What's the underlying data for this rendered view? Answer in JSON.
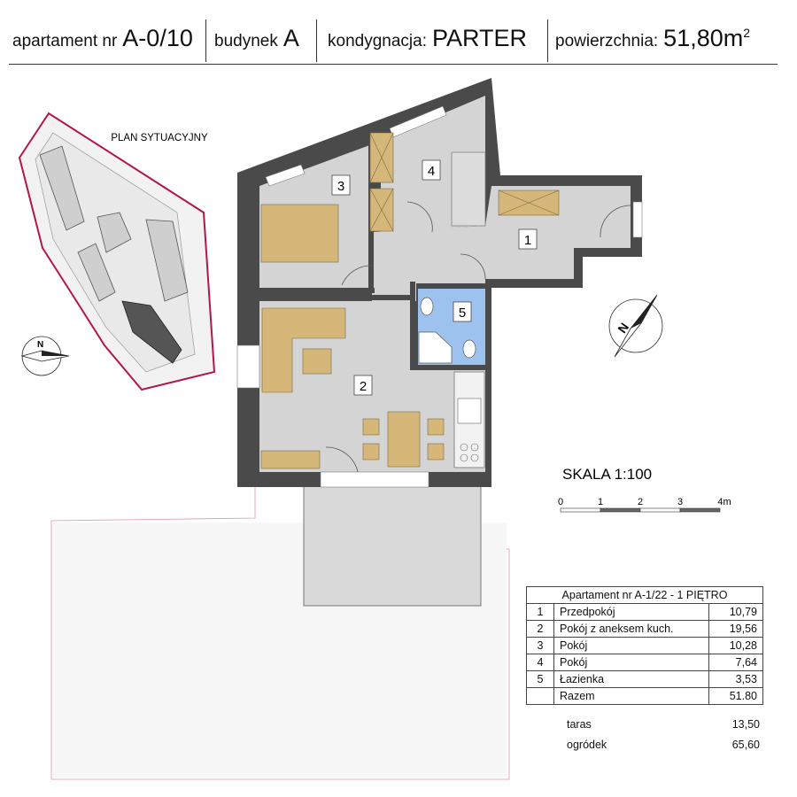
{
  "header": {
    "apartment_label": "apartament nr",
    "apartment_value": "A-0/10",
    "building_label": "budynek",
    "building_value": "A",
    "floor_label": "kondygnacja:",
    "floor_value": "PARTER",
    "area_label": "powierzchnia:",
    "area_value": "51,80m",
    "area_unit_sup": "2"
  },
  "site_plan": {
    "title": "PLAN SYTUACYJNY",
    "north_label": "N"
  },
  "floor_plan": {
    "room_numbers": [
      "1",
      "2",
      "3",
      "4",
      "5"
    ],
    "north_label": "N"
  },
  "scale": {
    "title": "SKALA 1:100",
    "ticks": [
      "0",
      "1",
      "2",
      "3",
      "4m"
    ]
  },
  "room_table": {
    "title": "Apartament nr A-1/22 - 1 PIĘTRO",
    "rows": [
      {
        "no": "1",
        "name": "Przedpokój",
        "area": "10,79"
      },
      {
        "no": "2",
        "name": "Pokój z aneksem kuch.",
        "area": "19,56"
      },
      {
        "no": "3",
        "name": "Pokój",
        "area": "10,28"
      },
      {
        "no": "4",
        "name": "Pokój",
        "area": "7,64"
      },
      {
        "no": "5",
        "name": "Łazienka",
        "area": "3,53"
      }
    ],
    "total_label": "Razem",
    "total_value": "51.80",
    "extras": [
      {
        "label": "taras",
        "value": "13,50"
      },
      {
        "label": "ogródek",
        "value": "65,60"
      }
    ]
  },
  "colors": {
    "wall": "#4a4a4a",
    "floor": "#d4d4d4",
    "furniture": "#d5b77a",
    "bathroom": "#9ec2ee",
    "site_boundary": "#b3164a",
    "garden_outline": "#e98fb3"
  }
}
